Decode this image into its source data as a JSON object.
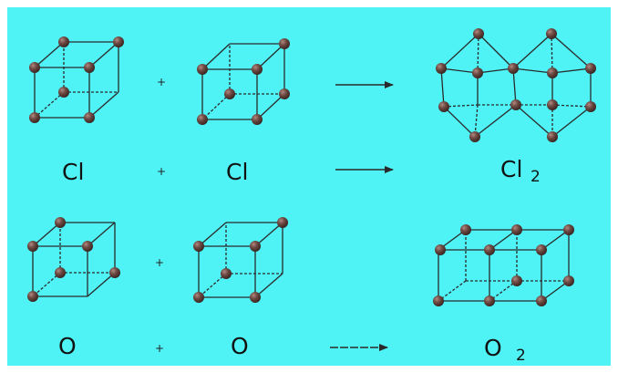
{
  "colors": {
    "background": "#4ff3f5",
    "frame": "#ffffff",
    "line": "#2a2a2a",
    "atom": "#5a3a34",
    "atom_highlight": "#b08a82"
  },
  "rows": [
    {
      "reactant_1": "Cl",
      "plus_1": "+",
      "reactant_2": "Cl",
      "plus_2": "+",
      "product": "Cl",
      "product_subscript": "2"
    },
    {
      "reactant_1": "O",
      "plus_1": "+",
      "reactant_2": "O",
      "plus_2": "+",
      "product": "O",
      "product_subscript": "2"
    }
  ]
}
